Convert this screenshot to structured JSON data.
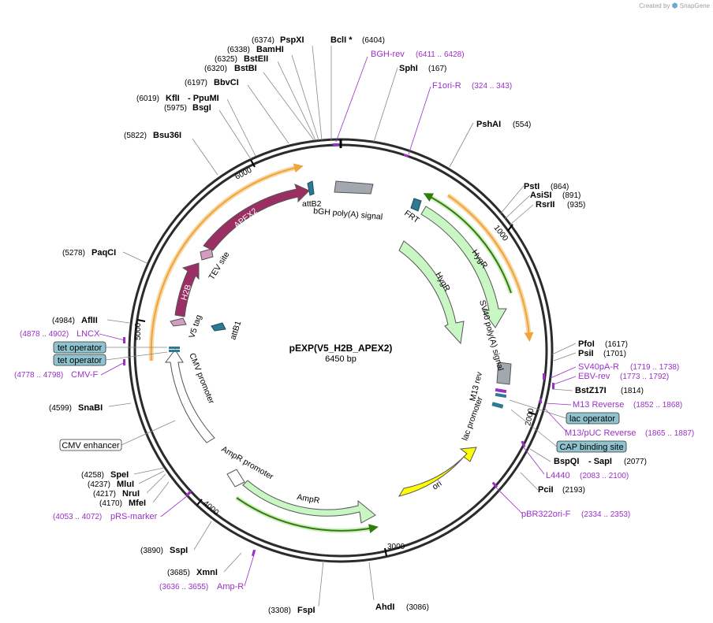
{
  "credit": {
    "text": "Created by",
    "brand": "SnapGene"
  },
  "plasmid": {
    "name": "pEXP(V5_H2B_APEX2)",
    "size": "6450 bp"
  },
  "ticks": [
    "1000",
    "2000",
    "3000",
    "4000",
    "5000",
    "6000"
  ],
  "enzymes": [
    {
      "name": "PspXI",
      "pos": "(6374)"
    },
    {
      "name": "BamHI",
      "pos": "(6338)"
    },
    {
      "name": "BstEII",
      "pos": "(6325)"
    },
    {
      "name": "BstBI",
      "pos": "(6320)"
    },
    {
      "name": "BbvCI",
      "pos": "(6197)"
    },
    {
      "name": "KflI",
      "extra": "- PpuMI",
      "pos": "(6019)"
    },
    {
      "name": "BsgI",
      "pos": "(5975)"
    },
    {
      "name": "Bsu36I",
      "pos": "(5822)"
    },
    {
      "name": "PaqCI",
      "pos": "(5278)"
    },
    {
      "name": "AflII",
      "pos": "(4984)"
    },
    {
      "name": "SnaBI",
      "pos": "(4599)"
    },
    {
      "name": "SpeI",
      "pos": "(4258)"
    },
    {
      "name": "MluI",
      "pos": "(4237)"
    },
    {
      "name": "NruI",
      "pos": "(4217)"
    },
    {
      "name": "MfeI",
      "pos": "(4170)"
    },
    {
      "name": "SspI",
      "pos": "(3890)"
    },
    {
      "name": "XmnI",
      "pos": "(3685)"
    },
    {
      "name": "FspI",
      "pos": "(3308)"
    },
    {
      "name": "BclI *",
      "pos": "(6404)"
    },
    {
      "name": "SphI",
      "pos": "(167)"
    },
    {
      "name": "PshAI",
      "pos": "(554)"
    },
    {
      "name": "PstI",
      "pos": "(864)"
    },
    {
      "name": "AsiSI",
      "pos": "(891)"
    },
    {
      "name": "RsrII",
      "pos": "(935)"
    },
    {
      "name": "PfoI",
      "pos": "(1617)"
    },
    {
      "name": "PsiI",
      "pos": "(1701)"
    },
    {
      "name": "BstZ17I",
      "pos": "(1814)"
    },
    {
      "name": "BspQI",
      "extra": "- SapI",
      "pos": "(2077)"
    },
    {
      "name": "PciI",
      "pos": "(2193)"
    },
    {
      "name": "AhdI",
      "pos": "(3086)"
    }
  ],
  "primers": [
    {
      "name": "BGH-rev",
      "range": "(6411 .. 6428)"
    },
    {
      "name": "F1ori-R",
      "range": "(324 .. 343)"
    },
    {
      "name": "SV40pA-R",
      "range": "(1719 .. 1738)"
    },
    {
      "name": "EBV-rev",
      "range": "(1773 .. 1792)"
    },
    {
      "name": "M13 Reverse",
      "range": "(1852 .. 1868)"
    },
    {
      "name": "M13/pUC Reverse",
      "range": "(1865 .. 1887)"
    },
    {
      "name": "L4440",
      "range": "(2083 .. 2100)"
    },
    {
      "name": "pBR322ori-F",
      "range": "(2334 .. 2353)"
    },
    {
      "name": "LNCX",
      "range": "(4878 .. 4902)"
    },
    {
      "name": "CMV-F",
      "range": "(4778 .. 4798)"
    },
    {
      "name": "pRS-marker",
      "range": "(4053 .. 4072)"
    },
    {
      "name": "Amp-R",
      "range": "(3636 .. 3655)"
    }
  ],
  "boxed_features": [
    {
      "name": "tet operator"
    },
    {
      "name": "tet operator"
    },
    {
      "name": "CMV enhancer"
    },
    {
      "name": "lac operator"
    },
    {
      "name": "CAP binding site"
    }
  ],
  "features": [
    {
      "name": "bGH poly(A) signal"
    },
    {
      "name": "attB2"
    },
    {
      "name": "FRT"
    },
    {
      "name": "HygR"
    },
    {
      "name": "HygR"
    },
    {
      "name": "SV40 poly(A) signal"
    },
    {
      "name": "M13 rev"
    },
    {
      "name": "lac promoter"
    },
    {
      "name": "ori"
    },
    {
      "name": "AmpR"
    },
    {
      "name": "AmpR promoter"
    },
    {
      "name": "CMV promoter"
    },
    {
      "name": "V5 tag"
    },
    {
      "name": "attB1"
    },
    {
      "name": "H2B"
    },
    {
      "name": "TEV site"
    },
    {
      "name": "APEX2"
    }
  ],
  "colors": {
    "backbone": "#2b2b2b",
    "hygr": "#c9f7c4",
    "apex2": "#9b2f63",
    "ori": "#ffff00",
    "primer": "#9b30c8",
    "orange_arc": "#f0a43c",
    "green_arc": "#2f7d0a",
    "polyA": "#a3a8b0",
    "feature_box": "#8fc4cf"
  }
}
